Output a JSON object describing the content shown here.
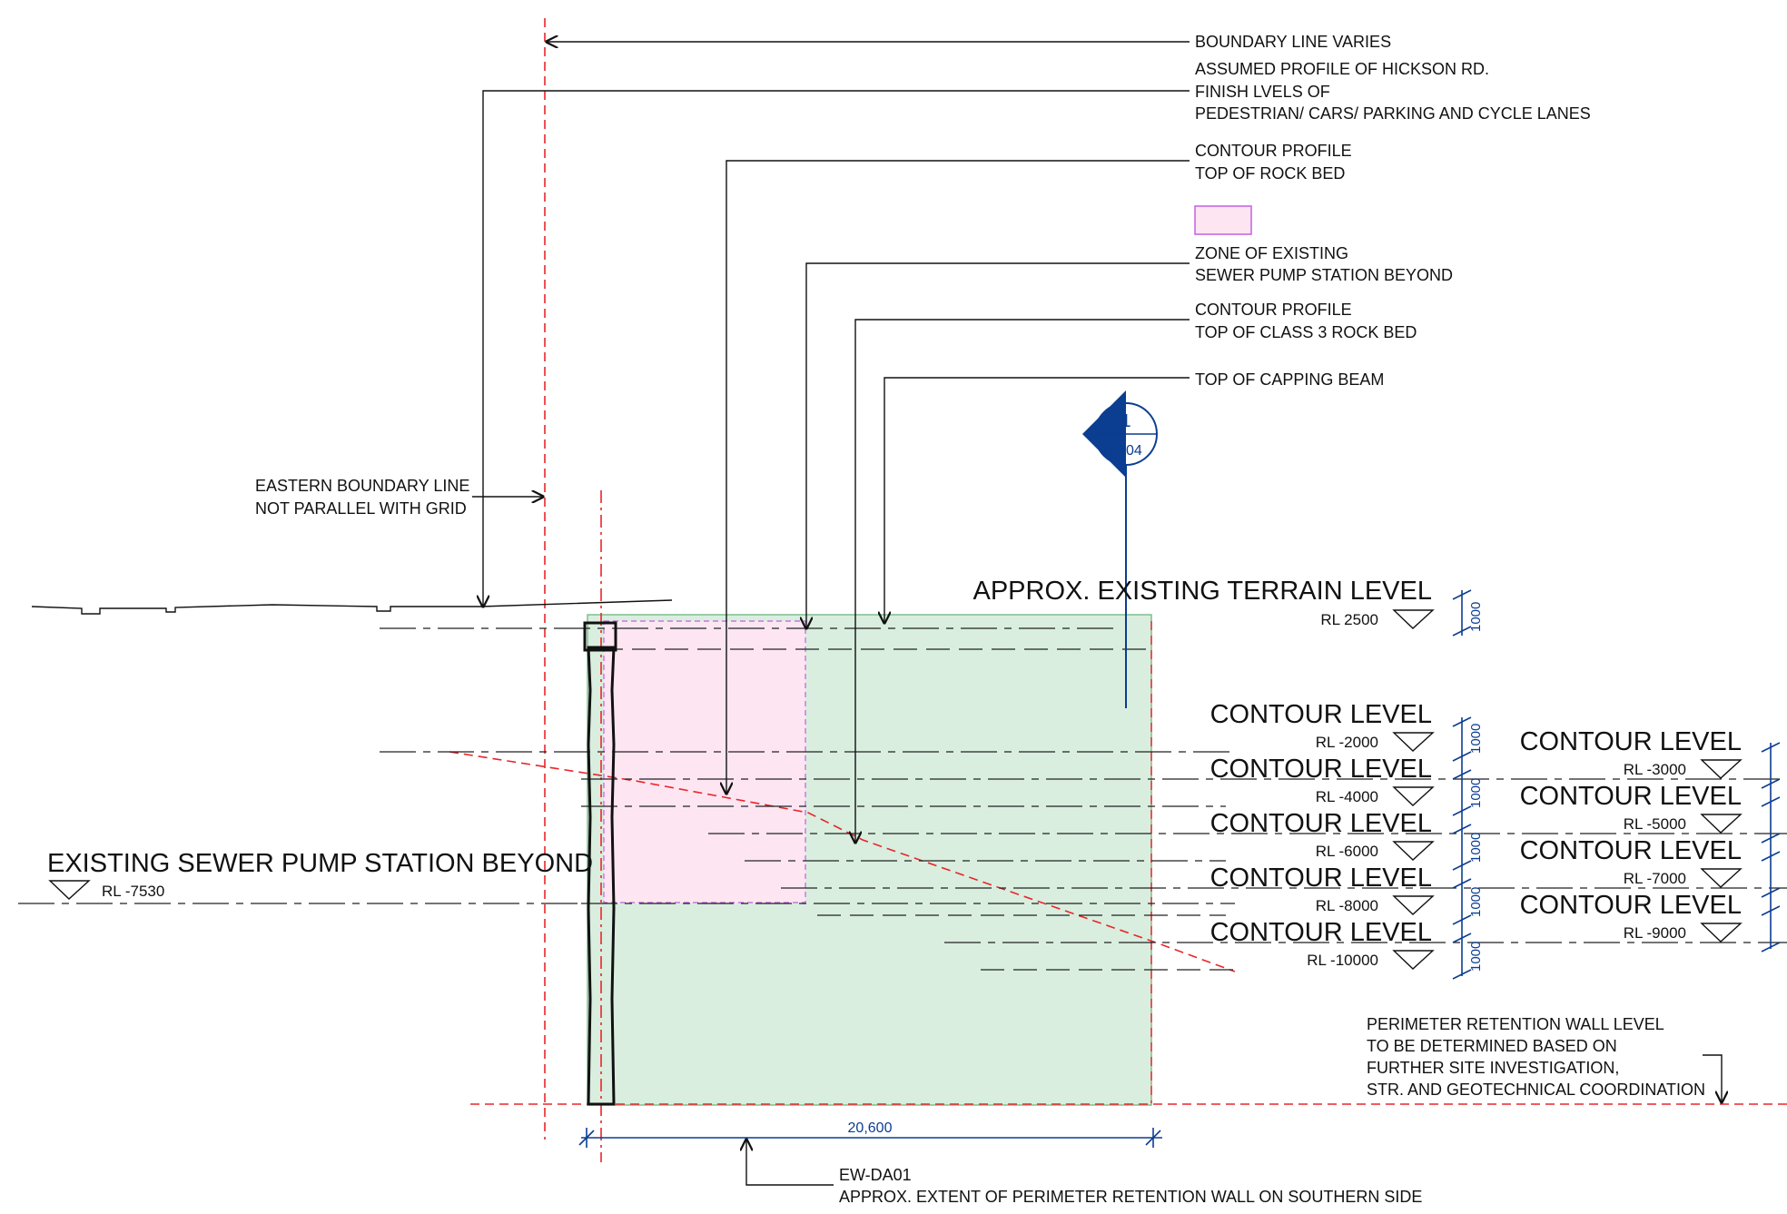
{
  "notes": {
    "boundary_line_varies": "BOUNDARY LINE VARIES",
    "hickson_1": "ASSUMED PROFILE OF HICKSON RD.",
    "hickson_2": "FINISH LVELS OF",
    "hickson_3": "PEDESTRIAN/ CARS/ PARKING AND CYCLE LANES",
    "rock_1": "CONTOUR PROFILE",
    "rock_2": "TOP OF ROCK BED",
    "pump_zone_1": "ZONE OF EXISTING",
    "pump_zone_2": "SEWER PUMP STATION BEYOND",
    "class3_1": "CONTOUR PROFILE",
    "class3_2": "TOP OF CLASS 3 ROCK BED",
    "capping": "TOP OF CAPPING BEAM",
    "eastern_1": "EASTERN BOUNDARY LINE",
    "eastern_2": "NOT PARALLEL WITH GRID",
    "perimeter_1": "PERIMETER RETENTION WALL LEVEL",
    "perimeter_2": "TO BE DETERMINED BASED ON",
    "perimeter_3": "FURTHER SITE INVESTIGATION,",
    "perimeter_4": "STR. AND GEOTECHNICAL COORDINATION",
    "ew_1": "EW-DA01",
    "ew_2": "APPROX. EXTENT OF PERIMETER RETENTION WALL ON SOUTHERN SIDE"
  },
  "section_marker": {
    "number": "1",
    "sheet": "0104"
  },
  "levels": {
    "terrain_title": "APPROX. EXISTING TERRAIN LEVEL",
    "terrain_rl": "RL 2500",
    "contour_title": "CONTOUR LEVEL",
    "left_rls": [
      "RL -2000",
      "RL -4000",
      "RL -6000",
      "RL -8000",
      "RL -10000"
    ],
    "right_rls": [
      "RL -3000",
      "RL -5000",
      "RL -7000",
      "RL -9000"
    ],
    "pump_title": "EXISTING SEWER PUMP STATION BEYOND",
    "pump_rl": "RL -7530"
  },
  "dimensions": {
    "width": "20,600",
    "interval": "1000"
  },
  "colors": {
    "excavation_fill": "#d9eedf",
    "excavation_edge": "#7fbf8f",
    "pump_zone_fill": "#fde6f2",
    "pump_zone_edge": "#c060e0",
    "boundary": "#e8262a",
    "annotation_blue": "#0b3d91"
  }
}
